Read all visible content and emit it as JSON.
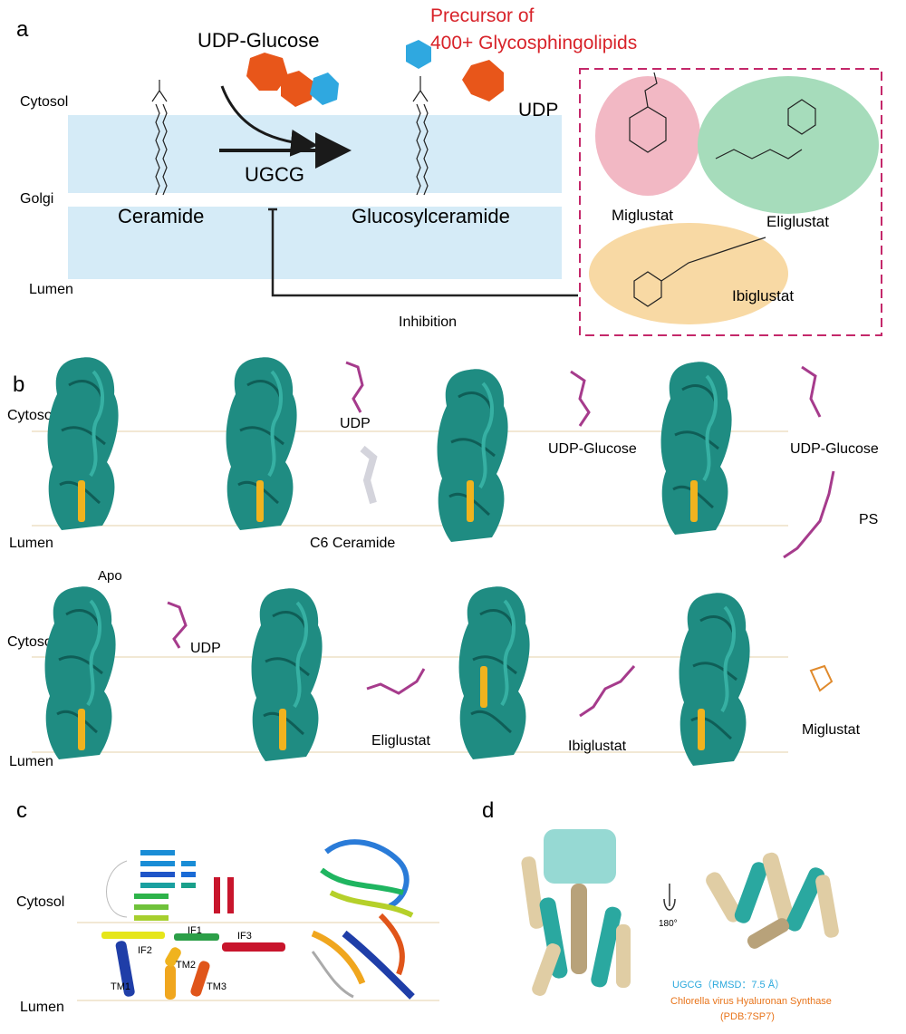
{
  "panels": [
    "a",
    "b",
    "c",
    "d"
  ],
  "panel_a": {
    "udp_glucose": "UDP-Glucose",
    "precursor_line1": "Precursor of",
    "precursor_line2": "400+ Glycosphingolipids",
    "udp": "UDP",
    "cytosol": "Cytosol",
    "golgi": "Golgi",
    "lumen": "Lumen",
    "enzyme": "UGCG",
    "ceramide": "Ceramide",
    "glucosylceramide": "Glucosylceramide",
    "inhibition": "Inhibition",
    "drugs": [
      "Miglustat",
      "Eliglustat",
      "Ibiglustat"
    ],
    "colors": {
      "udp_hex": "#e8561a",
      "glucose_hex": "#2fa8e0",
      "precursor_text": "#d8232a",
      "box_border": "#c4286a"
    }
  },
  "panel_b": {
    "cytosol": "Cytosol",
    "lumen": "Lumen",
    "apo": "Apo",
    "ligands_row1": [
      "UDP",
      "UDP-Glucose",
      "UDP-Glucose"
    ],
    "ligand_c6": "C6 Ceramide",
    "ligand_ps": "PS",
    "ligands_row2": [
      "UDP",
      "Eliglustat",
      "Ibiglustat",
      "Miglustat"
    ],
    "colors": {
      "protein": "#1f8c82",
      "helix": "#f0b31e",
      "ligand": "#a63b8c"
    }
  },
  "panel_c": {
    "cytosol": "Cytosol",
    "lumen": "Lumen",
    "labels": [
      "IF1",
      "IF2",
      "IF3",
      "TM1",
      "TM2",
      "TM3"
    ]
  },
  "panel_d": {
    "rotation": "180°",
    "legend_ugcg": "UGCG（RMSD：7.5 Å）",
    "legend_chlorella": "Chlorella virus Hyaluronan Synthase",
    "legend_pdb": "(PDB:7SP7)",
    "colors": {
      "ugcg": "#2aa8a0",
      "chlorella": "#e0cda4"
    }
  }
}
